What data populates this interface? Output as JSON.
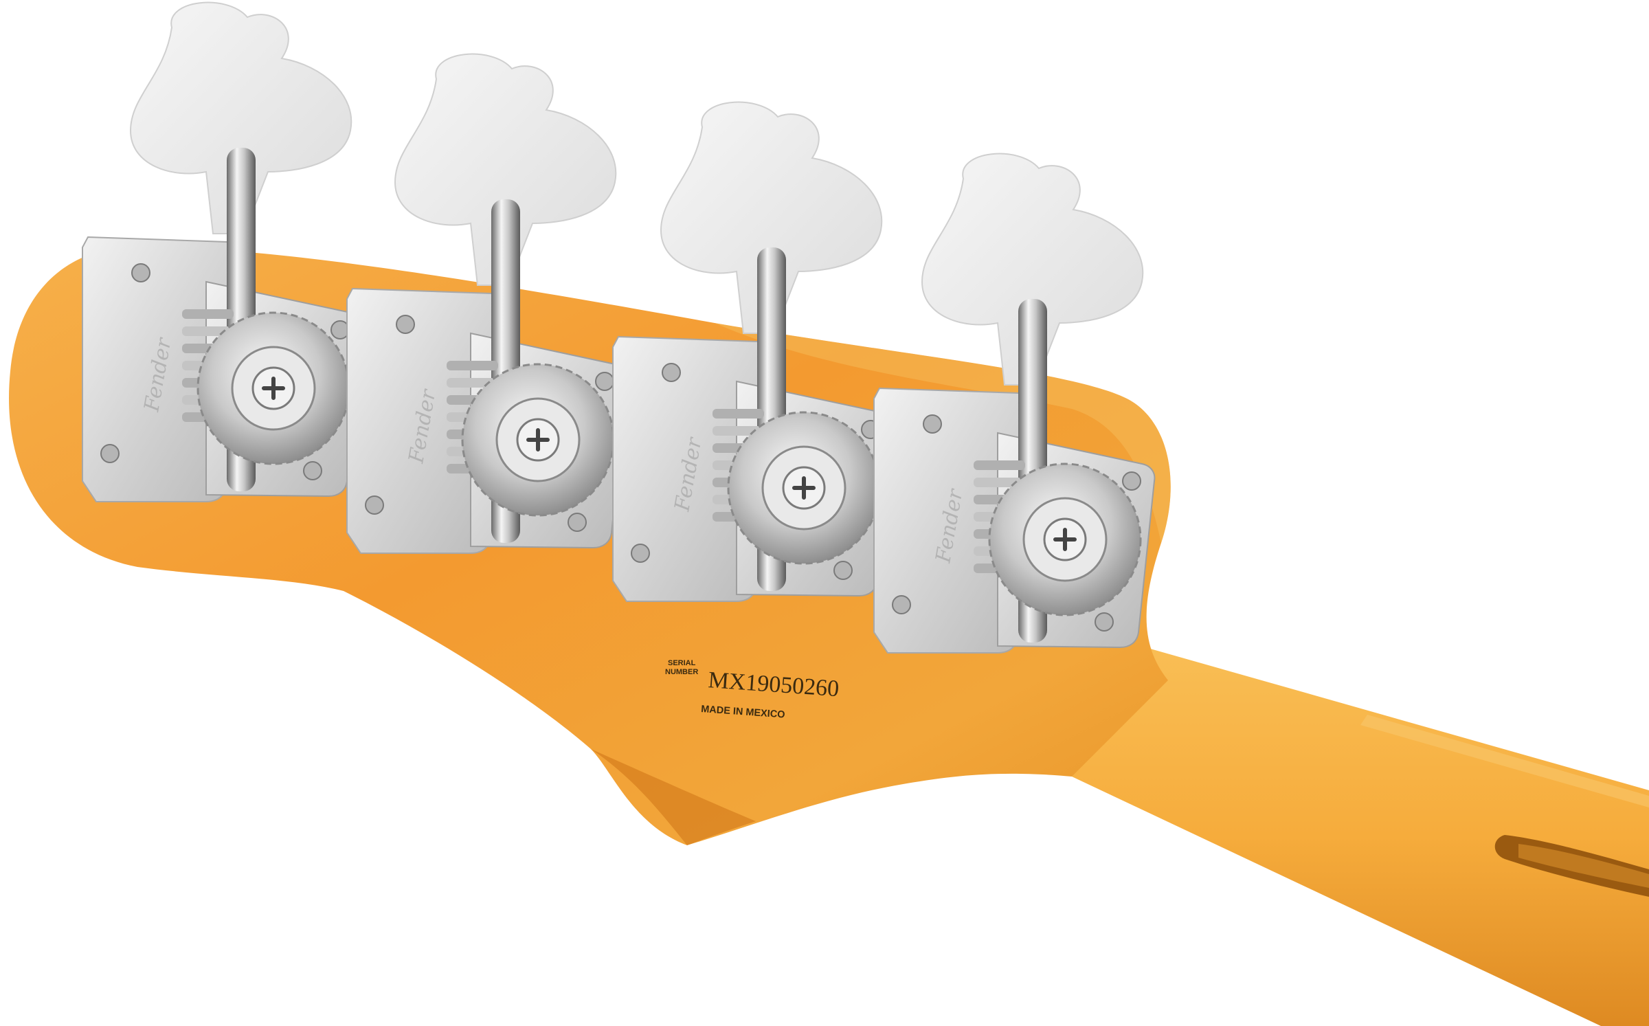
{
  "stamp": {
    "serial_label_line1": "SERIAL",
    "serial_label_line2": "NUMBER",
    "serial_number": "MX19050260",
    "origin": "MADE IN MEXICO"
  },
  "plate_logo": "Fender",
  "colors": {
    "background": "#ffffff",
    "maple_light": "#f7b546",
    "maple_mid": "#f09a2c",
    "maple_dark": "#d97a18",
    "chrome": "#d9d9d9",
    "button": "#eeeeee"
  }
}
